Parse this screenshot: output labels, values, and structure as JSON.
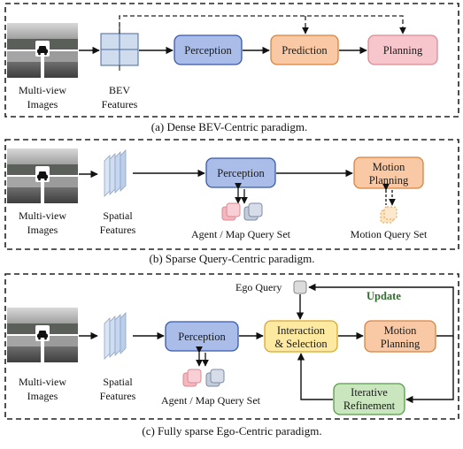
{
  "panel_a": {
    "input_label_1": "Multi-view",
    "input_label_2": "Images",
    "bev_label_1": "BEV",
    "bev_label_2": "Features",
    "perception": "Perception",
    "prediction": "Prediction",
    "planning": "Planning",
    "caption": "(a) Dense BEV-Centric paradigm."
  },
  "panel_b": {
    "input_label_1": "Multi-view",
    "input_label_2": "Images",
    "spatial_label_1": "Spatial",
    "spatial_label_2": "Features",
    "perception": "Perception",
    "motion_planning_1": "Motion",
    "motion_planning_2": "Planning",
    "agent_map_query": "Agent / Map Query Set",
    "motion_query": "Motion Query Set",
    "caption": "(b) Sparse Query-Centric paradigm."
  },
  "panel_c": {
    "input_label_1": "Multi-view",
    "input_label_2": "Images",
    "spatial_label_1": "Spatial",
    "spatial_label_2": "Features",
    "perception": "Perception",
    "ego_query": "Ego Query",
    "update": "Update",
    "interaction_1": "Interaction",
    "interaction_2": "& Selection",
    "motion_planning_1": "Motion",
    "motion_planning_2": "Planning",
    "iterative_1": "Iterative",
    "iterative_2": "Refinement",
    "agent_map_query": "Agent / Map Query Set",
    "caption": "(c) Fully sparse Ego-Centric paradigm."
  },
  "colors": {
    "perception_fill": "#a9bde8",
    "perception_stroke": "#3a5aa8",
    "prediction_fill": "#f8c9a4",
    "prediction_stroke": "#d9833f",
    "planning_fill": "#f6c6cc",
    "planning_stroke": "#d98b95",
    "interaction_fill": "#fde9a0",
    "interaction_stroke": "#d9a92a",
    "refinement_fill": "#c9e6be",
    "refinement_stroke": "#5a9a4a",
    "bev_fill": "#cfdcee",
    "feature_fill": "#dbe6f4"
  }
}
